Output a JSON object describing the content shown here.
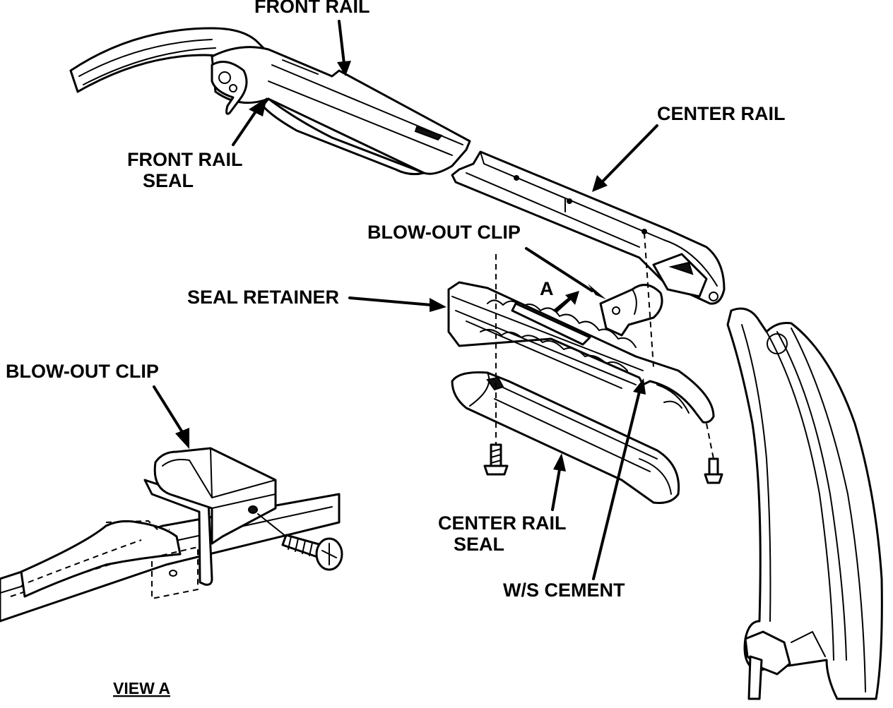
{
  "labels": {
    "front_rail": "FRONT RAIL",
    "front_rail_seal_line1": "FRONT RAIL",
    "front_rail_seal_line2": "SEAL",
    "center_rail": "CENTER RAIL",
    "blow_out_clip_main": "BLOW-OUT CLIP",
    "seal_retainer": "SEAL RETAINER",
    "view_marker": "A",
    "blow_out_clip_view": "BLOW-OUT CLIP",
    "center_rail_seal_line1": "CENTER RAIL",
    "center_rail_seal_line2": "SEAL",
    "ws_cement": "W/S CEMENT",
    "view_a": "VIEW A"
  }
}
